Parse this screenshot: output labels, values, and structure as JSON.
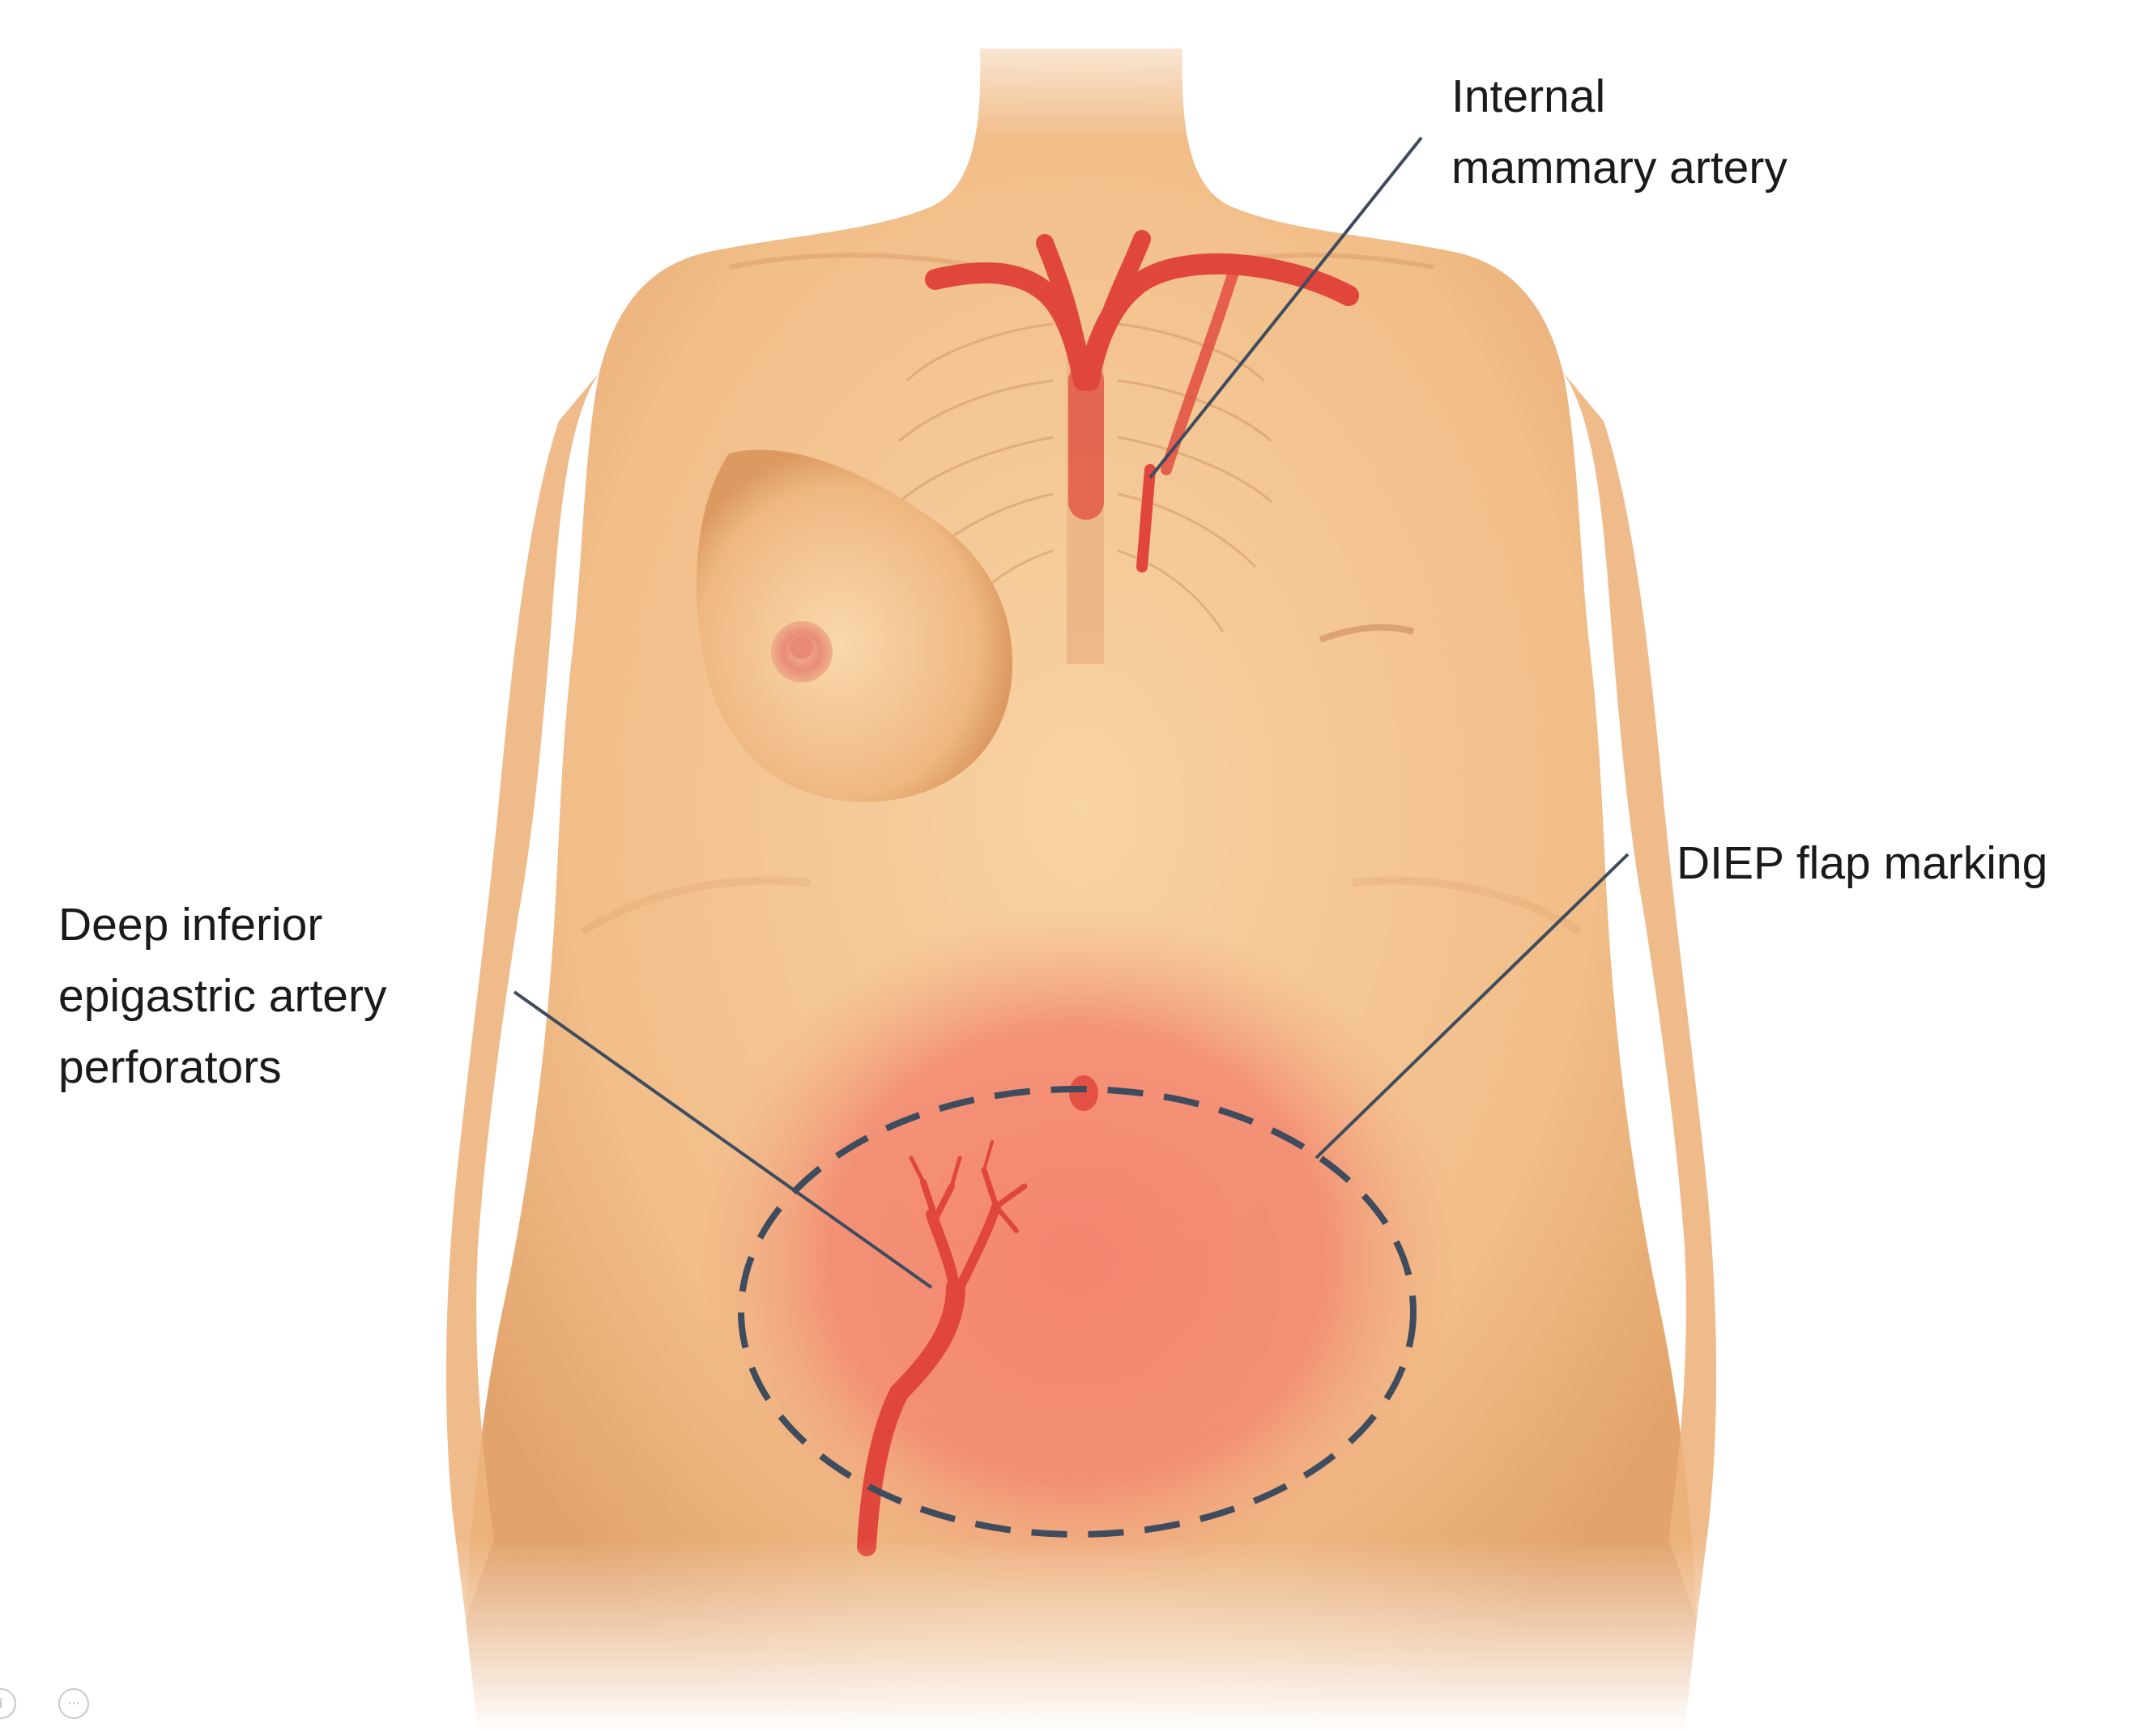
{
  "labels": {
    "internal_mammary": {
      "line1": "Internal",
      "line2": "mammary artery"
    },
    "diep_flap": {
      "line1": "DIEP flap marking"
    },
    "deep_inferior": {
      "line1": "Deep inferior",
      "line2": "epigastric artery",
      "line3": "perforators"
    }
  },
  "colors": {
    "background": "#ffffff",
    "skin": "#f3c493",
    "skin_shadow": "#d99b68",
    "artery": "#e0463c",
    "flap_glow": "#f47a6a",
    "dashed_outline": "#3e4c5e",
    "leader_line": "#3e4c5e"
  },
  "icons": {
    "corner_left": "info-icon",
    "corner_right": "more-icon"
  }
}
